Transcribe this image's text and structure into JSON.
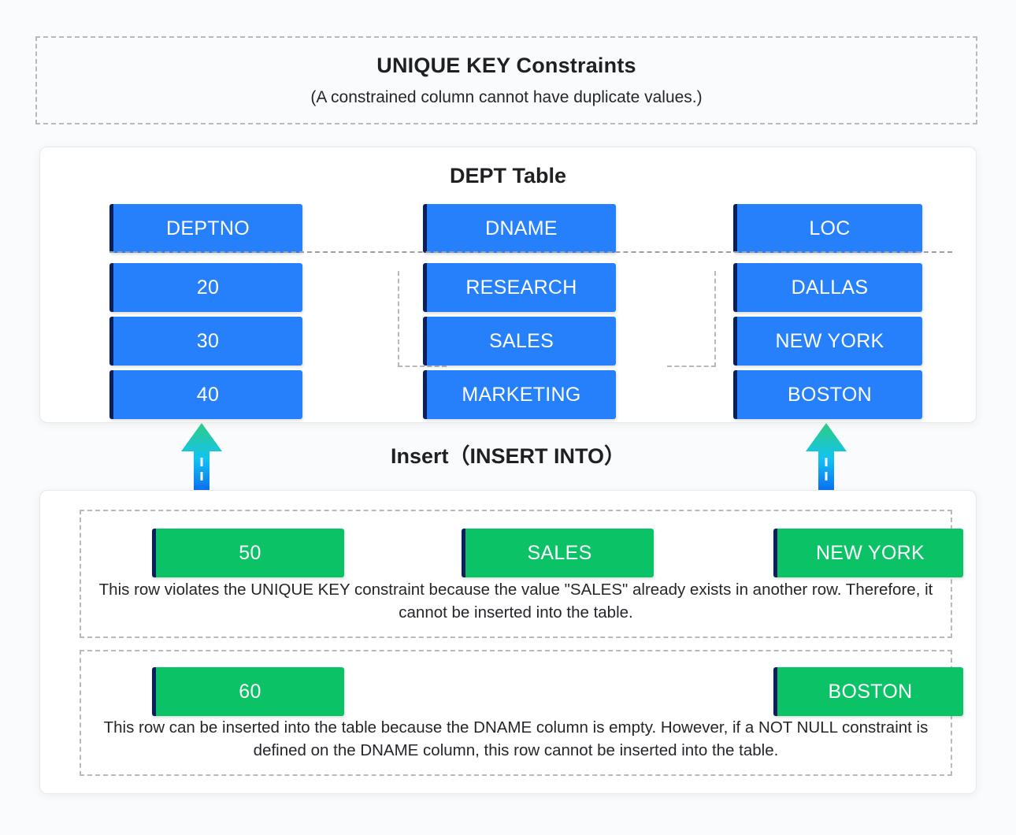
{
  "header": {
    "title": "UNIQUE KEY Constraints",
    "subtitle": "(A constrained column cannot have duplicate values.)"
  },
  "dept_table": {
    "title": "DEPT Table",
    "columns": [
      "DEPTNO",
      "DNAME",
      "LOC"
    ],
    "rows": [
      [
        "20",
        "RESEARCH",
        "DALLAS"
      ],
      [
        "30",
        "SALES",
        "NEW YORK"
      ],
      [
        "40",
        "MARKETING",
        "BOSTON"
      ]
    ]
  },
  "insert": {
    "label": "Insert（INSERT INTO）",
    "arrow_left_name": "insert-arrow-left",
    "arrow_right_name": "insert-arrow-right",
    "groups": [
      {
        "values": [
          "50",
          "SALES",
          "NEW YORK"
        ],
        "note": "This row violates the UNIQUE KEY constraint because the value \"SALES\" already exists in another row. Therefore, it cannot be inserted into the table."
      },
      {
        "values": [
          "60",
          "",
          "BOSTON"
        ],
        "note": "This row can be inserted into the table because the DNAME column is empty. However, if a NOT NULL constraint is defined on the DNAME column, this row cannot be inserted into the table."
      }
    ]
  },
  "colors": {
    "cell_blue": "#2680fb",
    "cell_green": "#0cc267",
    "cell_edge": "#0b1f5c",
    "dashed_border": "#b6bac0",
    "arrow_top": "#2ecc82",
    "arrow_mid": "#13c4f0",
    "arrow_bottom": "#0a6ef0",
    "background": "#fafbfc",
    "card_background": "#ffffff"
  }
}
